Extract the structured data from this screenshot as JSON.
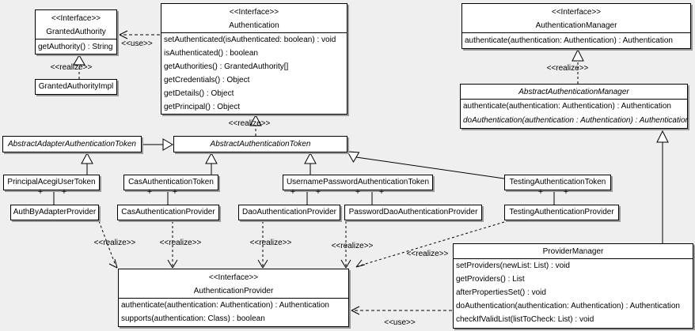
{
  "stereotypes": {
    "interface": "<<Interface>>",
    "realize": "<<realize>>",
    "use": "<<use>>",
    "plus": "+"
  },
  "classes": {
    "granted_authority": {
      "stereotype": "<<Interface>>",
      "name": "GrantedAuthority",
      "methods": [
        "getAuthority() : String"
      ]
    },
    "granted_authority_impl": {
      "name": "GrantedAuthorityImpl"
    },
    "authentication": {
      "stereotype": "<<Interface>>",
      "name": "Authentication",
      "methods": [
        "setAuthenticated(isAuthenticated: boolean) : void",
        "isAuthenticated() : boolean",
        "getAuthorities() : GrantedAuthority[]",
        "getCredentials() : Object",
        "getDetails() : Object",
        "getPrincipal() : Object"
      ]
    },
    "authentication_manager": {
      "stereotype": "<<Interface>>",
      "name": "AuthenticationManager",
      "methods": [
        "authenticate(authentication: Authentication) : Authentication"
      ]
    },
    "abstract_authentication_manager": {
      "name": "AbstractAuthenticationManager",
      "methods": [
        "authenticate(authentication: Authentication) : Authentication",
        "doAuthentication(authentication : Authentication) : Authentication"
      ]
    },
    "abstract_adapter_authentication_token": {
      "name": "AbstractAdapterAuthenticationToken"
    },
    "abstract_authentication_token": {
      "name": "AbstractAuthenticationToken"
    },
    "principal_acegi_user_token": {
      "name": "PrincipalAcegiUserToken"
    },
    "cas_authentication_token": {
      "name": "CasAuthenticationToken"
    },
    "username_password_authentication_token": {
      "name": "UsernamePasswordAuthenticationToken"
    },
    "testing_authentication_token": {
      "name": "TestingAuthenticationToken"
    },
    "auth_by_adapter_provider": {
      "name": "AuthByAdapterProvider"
    },
    "cas_authentication_provider": {
      "name": "CasAuthenticationProvider"
    },
    "dao_authentication_provider": {
      "name": "DaoAuthenticationProvider"
    },
    "password_dao_authentication_provider": {
      "name": "PasswordDaoAuthenticationProvider"
    },
    "testing_authentication_provider": {
      "name": "TestingAuthenticationProvider"
    },
    "authentication_provider": {
      "stereotype": "<<Interface>>",
      "name": "AuthenticationProvider",
      "methods": [
        "authenticate(authentication: Authentication) : Authentication",
        "supports(authentication: Class) : boolean"
      ]
    },
    "provider_manager": {
      "name": "ProviderManager",
      "methods": [
        "setProviders(newList: List) : void",
        "getProviders() : List",
        "afterPropertiesSet() : void",
        "doAuthentication(authentication: Authentication) : Authentication",
        "checkIfValidList(listToCheck: List) : void"
      ]
    }
  }
}
